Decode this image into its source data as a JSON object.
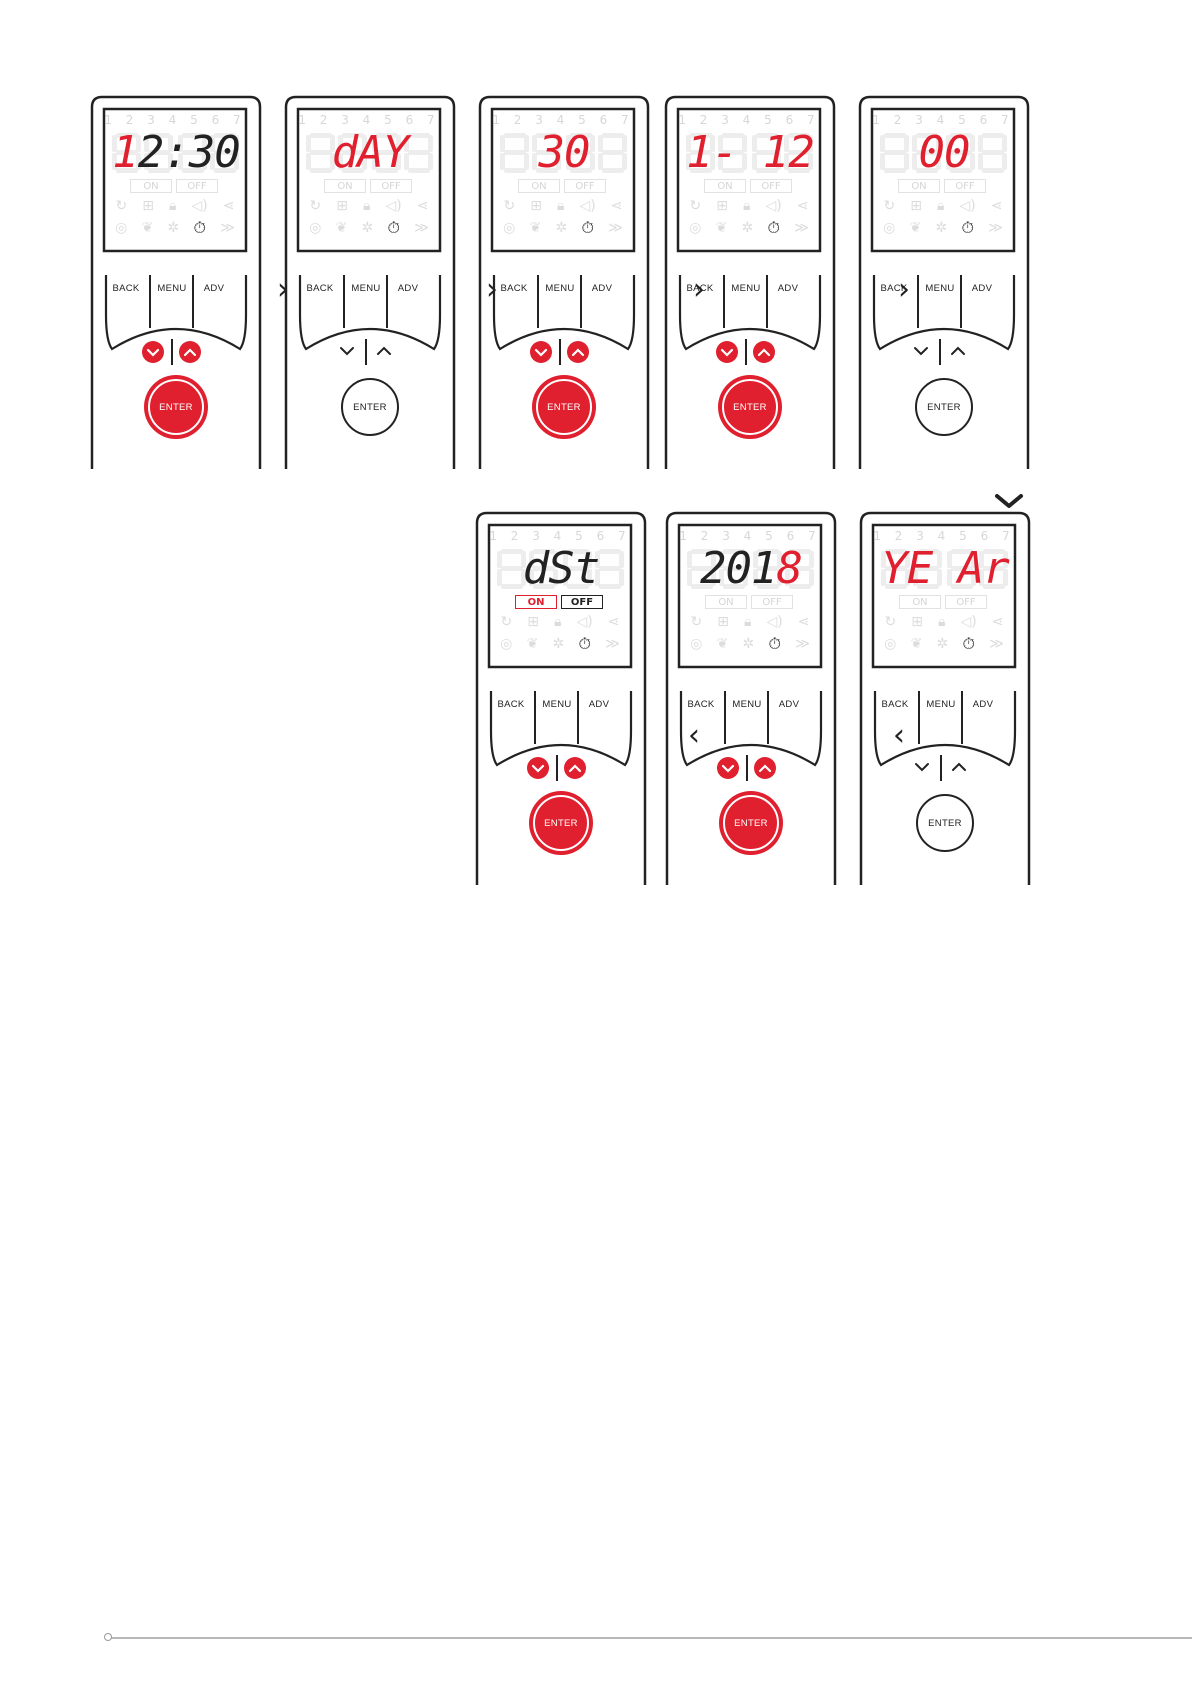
{
  "colors": {
    "accent": "#e0202e",
    "ink": "#222222",
    "ghost": "#e6e6e6"
  },
  "labels": {
    "back": "BACK",
    "menu": "MENU",
    "adv": "ADV",
    "enter": "ENTER",
    "on": "ON",
    "off": "OFF",
    "days": "1 2 3 4 5 6 7"
  },
  "arrows": {
    "next": "›",
    "down": "⌄",
    "prev": "‹"
  },
  "screens": [
    {
      "id": "time",
      "segments": [
        {
          "text": "1",
          "color": "red"
        },
        {
          "text": "2:30",
          "color": "black"
        }
      ],
      "buttons_active": true,
      "onoff": "none"
    },
    {
      "id": "day",
      "segments": [
        {
          "text": "dAY",
          "color": "red"
        }
      ],
      "buttons_active": false,
      "onoff": "none"
    },
    {
      "id": "date",
      "segments": [
        {
          "text": "30",
          "color": "red"
        }
      ],
      "buttons_active": true,
      "onoff": "none"
    },
    {
      "id": "month",
      "segments": [
        {
          "text": "1- 12",
          "color": "red"
        }
      ],
      "buttons_active": true,
      "onoff": "none"
    },
    {
      "id": "year-prefix",
      "segments": [
        {
          "text": "00",
          "color": "red"
        }
      ],
      "buttons_active": false,
      "onoff": "none"
    },
    {
      "id": "dst",
      "segments": [
        {
          "text": "dSt",
          "color": "black"
        }
      ],
      "buttons_active": true,
      "onoff": "both"
    },
    {
      "id": "year-value",
      "segments": [
        {
          "text": "201",
          "color": "black"
        },
        {
          "text": "8",
          "color": "red"
        }
      ],
      "buttons_active": true,
      "onoff": "none"
    },
    {
      "id": "year",
      "segments": [
        {
          "text": "YE Ar",
          "color": "red"
        }
      ],
      "buttons_active": false,
      "onoff": "none"
    }
  ]
}
